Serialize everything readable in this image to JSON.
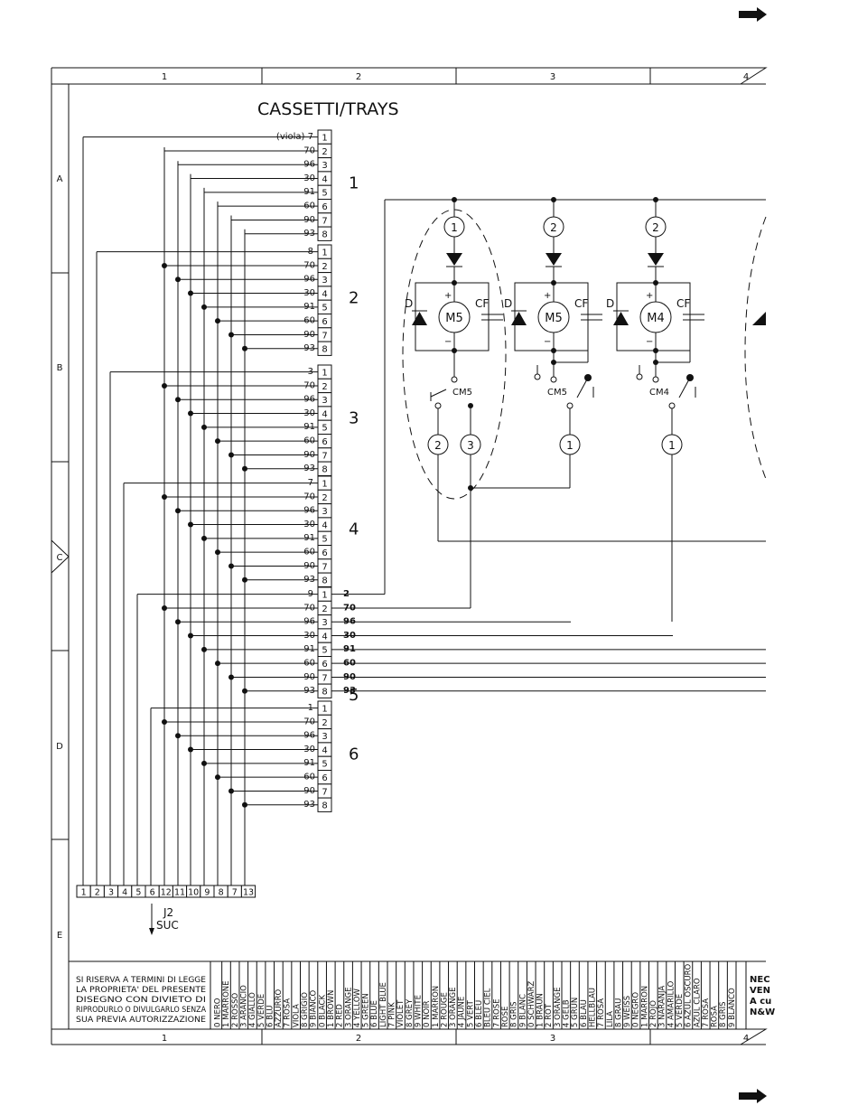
{
  "header": {
    "title": "CASSETTI/TRAYS",
    "col_labels": [
      "1",
      "2",
      "3",
      "4"
    ],
    "row_labels": [
      "A",
      "B",
      "C",
      "D",
      "E"
    ]
  },
  "connector_groups": [
    {
      "label": "1",
      "first_pin_text": "(viola) 7"
    },
    {
      "label": "2",
      "first_pin_text": "8"
    },
    {
      "label": "3",
      "first_pin_text": "3"
    },
    {
      "label": "4",
      "first_pin_text": "7"
    },
    {
      "label": "5",
      "first_pin_text": "9"
    },
    {
      "label": "6",
      "first_pin_text": "1"
    }
  ],
  "wire_codes": [
    "70",
    "96",
    "30",
    "91",
    "60",
    "90",
    "93"
  ],
  "pin_numbers": [
    "1",
    "2",
    "3",
    "4",
    "5",
    "6",
    "7",
    "8"
  ],
  "right_wire_labels": [
    "2",
    "70",
    "96",
    "30",
    "91",
    "60",
    "90",
    "93"
  ],
  "group_side_labels": [
    "1",
    "2",
    "3",
    "4",
    "5",
    "6"
  ],
  "bottom_connector": {
    "pins": [
      "1",
      "2",
      "3",
      "4",
      "5",
      "6",
      "12",
      "11",
      "10",
      "9",
      "8",
      "7",
      "13"
    ],
    "name": "J2",
    "dest": "SUC"
  },
  "motors": [
    {
      "name": "M5",
      "switch": "CM5",
      "top_node": "1",
      "bottom_nodes": [
        "2",
        "3"
      ],
      "diode": "D",
      "capacitor": "CF"
    },
    {
      "name": "M5",
      "switch": "CM5",
      "top_node": "2",
      "bottom_nodes": [
        "1"
      ],
      "diode": "D",
      "capacitor": "CF"
    },
    {
      "name": "M4",
      "switch": "CM4",
      "top_node": "2",
      "bottom_nodes": [
        "1"
      ],
      "diode": "D",
      "capacitor": "CF"
    }
  ],
  "polarity": {
    "plus": "+",
    "minus": "−"
  },
  "notice": [
    "SI RISERVA A TERMINI DI LEGGE",
    "LA PROPRIETA' DEL PRESENTE",
    "DISEGNO CON DIVIETO DI",
    "RIPRODURLO O DIVULGARLO SENZA",
    "SUA PREVIA AUTORIZZAZIONE"
  ],
  "color_legend": [
    "0 NERO",
    "1 MARRONE",
    "2 ROSSO",
    "3 ARANCIO",
    "4 GIALLO",
    "5 VERDE",
    "6 BLU",
    "AZZURRO",
    "7 ROSA",
    "VIOLA",
    "8 GRIGIO",
    "9 BIANCO",
    "0 BLACK",
    "1 BROWN",
    "2 RED",
    "3 ORANGE",
    "4 YELLOW",
    "5 GREEN",
    "6 BLUE",
    "LIGHT BLUE",
    "7 PINK",
    "VIOLET",
    "8 GREY",
    "9 WHITE",
    "0 NOIR",
    "1 MARRON",
    "2 ROUGE",
    "3 ORANGE",
    "4 JAUNE",
    "5 VERT",
    "6 BLEU",
    "BLEU CIEL",
    "7 ROSE",
    "ROSE",
    "8 GRIS",
    "9 BLANC",
    "0 SCHWARZ",
    "1 BRAUN",
    "2 ROT",
    "3 ORANGE",
    "4 GELB",
    "5 GRÜN",
    "6 BLAU",
    "HELLBLAU",
    "7 ROSA",
    "LILA",
    "8 GRAU",
    "9 WEISS",
    "0 NEGRO",
    "1 MARRON",
    "2 ROJO",
    "3 NARANJA",
    "4 AMARILLO",
    "5 VERDE",
    "6 AZUL OSCURO",
    "AZUL CLARO",
    "7 ROSA",
    "ROSA",
    "8 GRIS",
    "9 BLANCO"
  ],
  "title_block_partial": [
    "NEC",
    "VEN",
    "A cu",
    "N&W"
  ],
  "page_arrows": [
    "next-page-arrow-top",
    "next-page-arrow-bottom"
  ]
}
